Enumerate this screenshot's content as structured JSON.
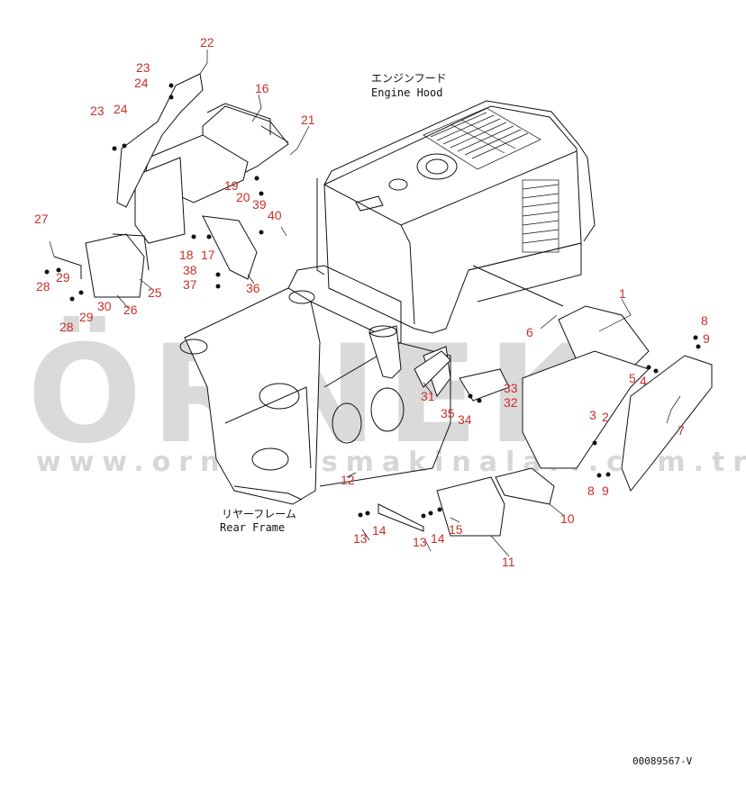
{
  "labels": {
    "engine_hood_jp": "エンジンフード",
    "engine_hood_en": "Engine Hood",
    "rear_frame_jp": "リヤーフレーム",
    "rear_frame_en": "Rear Frame",
    "doc_id": "00089567-V"
  },
  "watermark": {
    "brand": "ÖRNEK",
    "url": "www.orneksismakinalari.com.tr"
  },
  "colors": {
    "part_number": "#c8302a",
    "linework": "#111111",
    "watermark": "#bcbcbc"
  },
  "part_numbers": [
    "1",
    "2",
    "3",
    "4",
    "5",
    "6",
    "7",
    "8",
    "9",
    "8",
    "9",
    "10",
    "11",
    "12",
    "13",
    "14",
    "13",
    "14",
    "15",
    "16",
    "17",
    "18",
    "19",
    "20",
    "21",
    "22",
    "23",
    "24",
    "23",
    "24",
    "25",
    "26",
    "27",
    "28",
    "29",
    "28",
    "29",
    "30",
    "31",
    "32",
    "33",
    "34",
    "35",
    "36",
    "37",
    "38",
    "39",
    "40"
  ]
}
